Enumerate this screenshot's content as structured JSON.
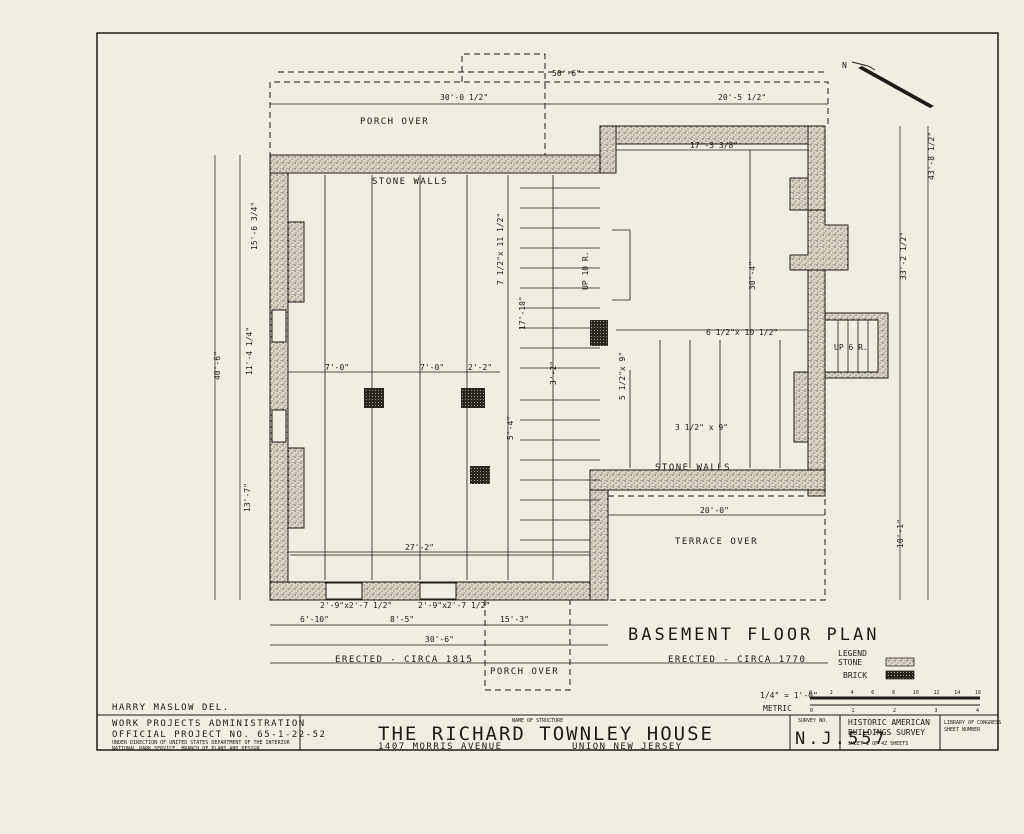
{
  "drawing": {
    "title": "BASEMENT FLOOR PLAN",
    "north_label": "N",
    "labels": {
      "porch_over_top": "PORCH OVER",
      "porch_over_bottom": "PORCH OVER",
      "terrace_over": "TERRACE OVER",
      "stone_walls_top": "STONE WALLS",
      "stone_walls_right": "STONE WALLS",
      "stair_up": "UP 6 R.",
      "stair_up_2": "UP 10 R.",
      "erected_left": "ERECTED - CIRCA 1815",
      "erected_right": "ERECTED - CIRCA 1770"
    },
    "dimensions": {
      "overall_top": "50'-6\"",
      "top_left": "30'-0 1/2\"",
      "top_right": "20'-5 1/2\"",
      "right_room_width": "17'-3 3/8\"",
      "right_room_depth": "30'-4\"",
      "left_overall": "40'-6\"",
      "left_seg_1": "15'-6 3/4\"",
      "left_seg_2": "11'-4 1/4\"",
      "left_seg_3": "13'-7\"",
      "right_overall": "43'-8 1/2\"",
      "right_seg_1": "33'-2 1/2\"",
      "right_seg_2": "10'-1\"",
      "bay_1": "7'-0\"",
      "bay_2": "7'-0\"",
      "bay_3": "2'-2\"",
      "inner_width": "27'-2\"",
      "inner_depth": "17'-10\"",
      "mid_depth": "3'-2\"",
      "mid_5_4": "5'-4\"",
      "terrace_width": "20'-0\"",
      "bottom_seg_1": "6'-10\"",
      "bottom_seg_2": "8'-5\"",
      "bottom_seg_3": "15'-3\"",
      "bottom_overall": "30'-6\"",
      "window_1": "2'-9\"x2'-7 1/2\"",
      "window_2": "2'-9\"x2'-7 1/2\"",
      "joist_1": "7 1/2\"x 11 1/2\"",
      "joist_2": "6 1/2\"x 10 1/2\"",
      "joist_3": "3 1/2\" x 9\"",
      "joist_4": "5 1/2\"x 9\""
    },
    "legend": {
      "heading": "LEGEND",
      "stone": "STONE",
      "brick": "BRICK"
    },
    "scale": {
      "label": "1/4\" = 1'-0\"",
      "metric": "METRIC",
      "ticks": [
        "0",
        "2",
        "4",
        "6",
        "8",
        "10",
        "12",
        "14",
        "16"
      ],
      "metric_ticks": [
        "0",
        "1",
        "2",
        "3",
        "4"
      ]
    }
  },
  "title_block": {
    "delineator": "HARRY MASLOW DEL.",
    "agency_1": "WORK PROJECTS ADMINISTRATION",
    "agency_2": "OFFICIAL PROJECT NO. 65-1-22-52",
    "agency_3": "UNDER DIRECTION OF UNITED STATES DEPARTMENT OF THE INTERIOR",
    "agency_4": "NATIONAL PARK SERVICE, BRANCH OF PLANS AND DESIGN",
    "structure_caption": "NAME OF STRUCTURE",
    "structure_name": "THE RICHARD TOWNLEY HOUSE",
    "address": "1407 MORRIS AVENUE",
    "location": "UNION   NEW JERSEY",
    "survey_caption": "SURVEY NO.",
    "survey_no": "N.J.557",
    "habs_1": "HISTORIC AMERICAN",
    "habs_2": "BUILDINGS SURVEY",
    "sheet_line": "SHEET 1 OF 4Z SHEETS",
    "library_1": "LIBRARY OF CONGRESS",
    "library_2": "SHEET NUMBER"
  }
}
